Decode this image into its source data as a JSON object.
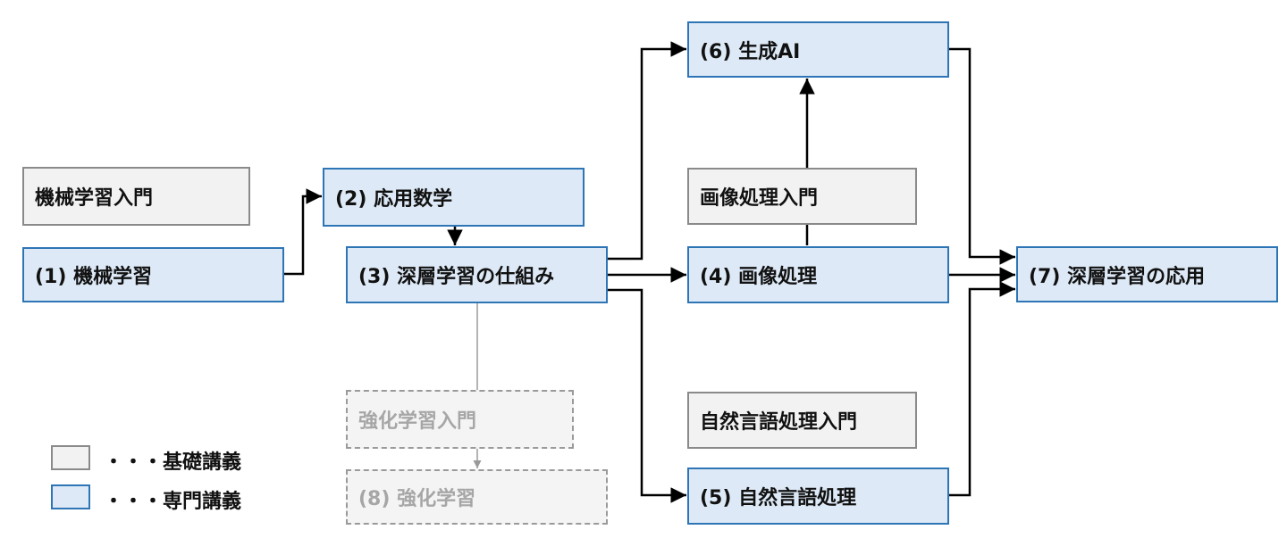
{
  "nodes": {
    "ml_intro": "機械学習入門",
    "ml": "(1) 機械学習",
    "applied_math": "(2) 応用数学",
    "dl_mechanism": "(3) 深層学習の仕組み",
    "rl_intro": "強化学習入門",
    "rl": "(8) 強化学習",
    "generative_ai": "(6) 生成AI",
    "image_intro": "画像処理入門",
    "image": "(4) 画像処理",
    "nlp_intro": "自然言語処理入門",
    "nlp": "(5) 自然言語処理",
    "dl_application": "(7) 深層学習の応用"
  },
  "legend": {
    "basic_label": "・・・基礎講義",
    "specialized_label": "・・・専門講義"
  },
  "colors": {
    "specialized_fill": "#dde9f6",
    "specialized_border": "#2e75b6",
    "basic_fill": "#f2f2f2",
    "basic_border": "#8a8a8a",
    "connector": "#000000",
    "inactive_connector": "#9a9a9a"
  }
}
